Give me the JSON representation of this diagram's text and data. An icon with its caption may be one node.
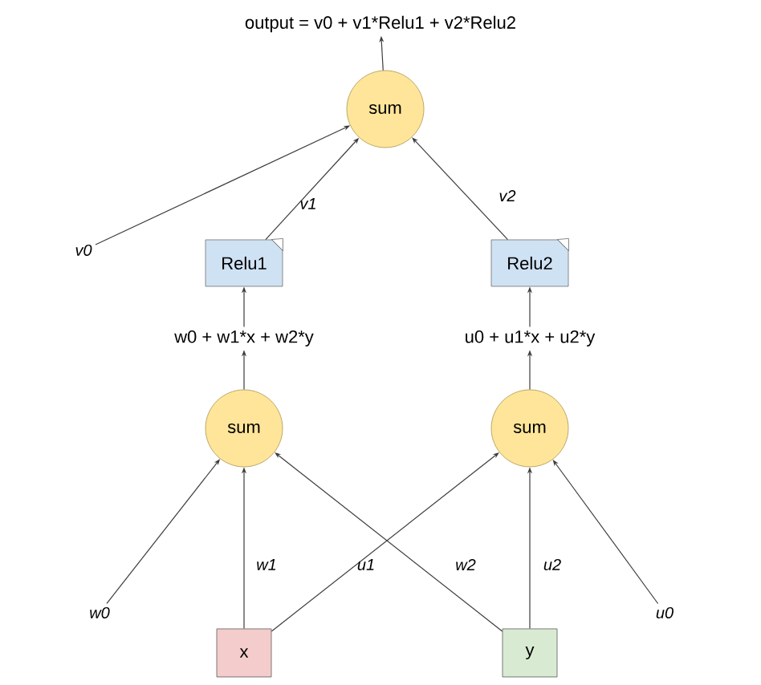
{
  "diagram": {
    "nodes": [
      {
        "text": [
          "output = v0 + v1*Relu1 + v2*Relu2"
        ]
      },
      {
        "text": [
          "sum"
        ]
      },
      {
        "text": [
          "v0"
        ]
      },
      {
        "text": [
          "Relu1"
        ]
      },
      {
        "text": [
          "Relu2"
        ]
      },
      {
        "text": [
          "w0 + w1*x + w2*y"
        ]
      },
      {
        "text": [
          "u0 + u1*x + u2*y"
        ]
      },
      {
        "text": [
          "sum"
        ]
      },
      {
        "text": [
          "sum"
        ]
      },
      {
        "text": [
          "w0"
        ]
      },
      {
        "text": [
          "x"
        ]
      },
      {
        "text": [
          "y"
        ]
      },
      {
        "text": [
          "u0"
        ]
      }
    ],
    "edges": [
      {
        "from": 1,
        "to": 0,
        "arrow": "to"
      },
      {
        "from": 2,
        "to": 1,
        "arrow": "to"
      },
      {
        "from": 3,
        "to": 1,
        "arrow": "to",
        "label": "v1"
      },
      {
        "from": 4,
        "to": 1,
        "arrow": "to",
        "label": "v2"
      },
      {
        "from": 5,
        "to": 3,
        "arrow": "to"
      },
      {
        "from": 6,
        "to": 4,
        "arrow": "to"
      },
      {
        "from": 7,
        "to": 5,
        "arrow": "to"
      },
      {
        "from": 8,
        "to": 6,
        "arrow": "to"
      },
      {
        "from": 9,
        "to": 7,
        "arrow": "to"
      },
      {
        "from": 10,
        "to": 7,
        "arrow": "to",
        "label": "w1"
      },
      {
        "from": 11,
        "to": 7,
        "arrow": "to",
        "label": "w2"
      },
      {
        "from": 10,
        "to": 8,
        "arrow": "to",
        "label": "u1"
      },
      {
        "from": 11,
        "to": 8,
        "arrow": "to",
        "label": "u2"
      },
      {
        "from": 12,
        "to": 8,
        "arrow": "to"
      }
    ]
  }
}
